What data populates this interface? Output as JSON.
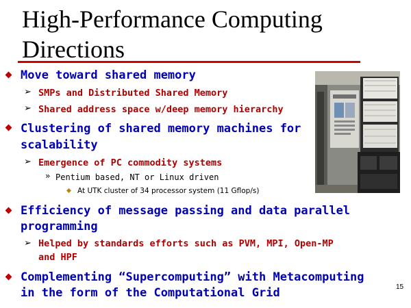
{
  "slide": {
    "title": "High-Performance Computing Directions",
    "page_number": "15"
  },
  "bullets": {
    "b1": "Move toward shared memory",
    "b1_s1": "SMPs and Distributed Shared Memory",
    "b1_s2": "Shared address space w/deep memory hierarchy",
    "b2_line1": "Clustering of shared memory machines for",
    "b2_line2": "scalability",
    "b2_s1": "Emergence of PC commodity systems",
    "b2_s1_ss1": "Pentium based, NT or Linux  driven",
    "b2_s1_ss1_sss1": "At UTK cluster of 34 processor system (11 Gflop/s)",
    "b3_line1": "Efficiency of message passing and data parallel",
    "b3_line2": "programming",
    "b3_s1_line1": "Helped by standards efforts such as PVM, MPI, Open-MP",
    "b3_s1_line2": "and HPF",
    "b4_line1": "Complementing “Supercomputing” with Metacomputing",
    "b4_line2": "in the form of the Computational Grid"
  },
  "colors": {
    "level1_text": "#0000b4",
    "level2_text": "#b00000",
    "bullet_diamond": "#c00000",
    "rule": "#d00000"
  },
  "icons": {
    "level1": "red-diamond-bullet",
    "level2": "arrow-bullet",
    "level3": "double-chevron-bullet",
    "level4": "small-diamond-bullet"
  }
}
